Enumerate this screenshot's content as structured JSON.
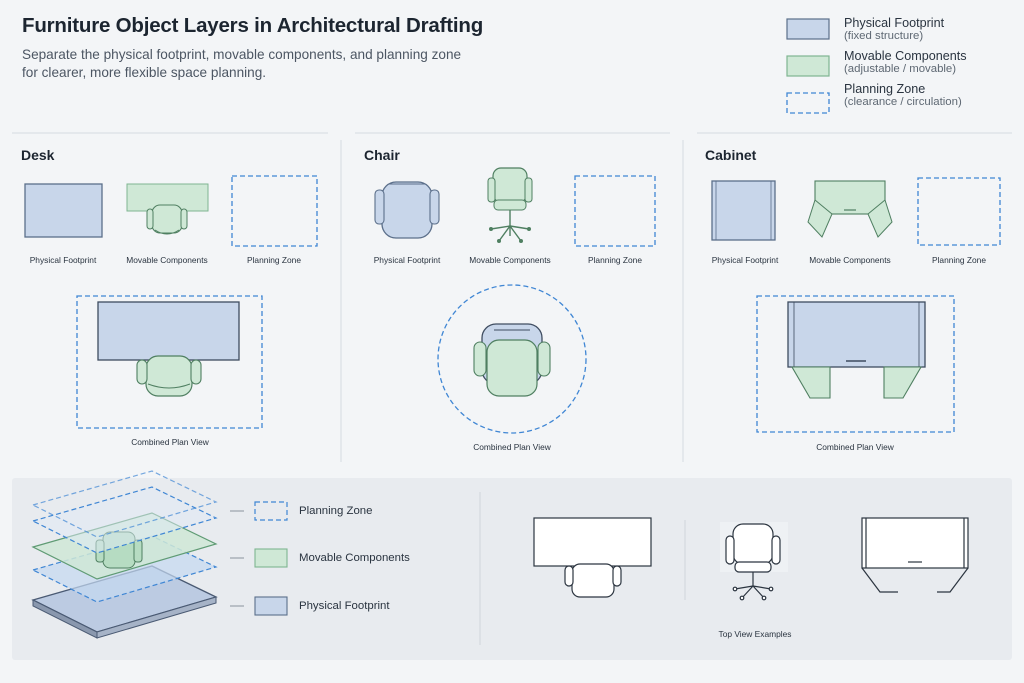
{
  "header": {
    "title": "Furniture Object Layers in Architectural Drafting",
    "subtitle_line1": "Separate the physical footprint, movable components, and planning zone",
    "subtitle_line2": "for clearer, more flexible space planning."
  },
  "legend": [
    {
      "title": "Physical Footprint",
      "subtitle": "(fixed structure)"
    },
    {
      "title": "Movable Components",
      "subtitle": "(adjustable / movable)"
    },
    {
      "title": "Planning Zone",
      "subtitle": "(clearance / circulation)"
    }
  ],
  "colors": {
    "footprint_fill": "#c8d6ea",
    "footprint_stroke": "#5b6f8a",
    "movable_fill": "#cfe8d6",
    "movable_stroke": "#5f9b74",
    "zone_stroke": "#3f86d4",
    "background": "#f3f5f7"
  },
  "sections": {
    "desk": {
      "title": "Desk",
      "captions": [
        "Physical Footprint",
        "Movable Components",
        "Planning Zone"
      ],
      "combined": "Combined Plan View"
    },
    "chair": {
      "title": "Chair",
      "captions": [
        "Physical Footprint",
        "Movable Components",
        "Planning Zone"
      ],
      "combined": "Combined Plan View"
    },
    "cabinet": {
      "title": "Cabinet",
      "captions": [
        "Physical Footprint",
        "Movable Components",
        "Planning Zone"
      ],
      "combined": "Combined Plan View"
    }
  },
  "layers": {
    "labels": [
      "Planning Zone",
      "Movable Components",
      "Physical Footprint"
    ]
  },
  "examples": {
    "caption": "Top View Examples"
  }
}
